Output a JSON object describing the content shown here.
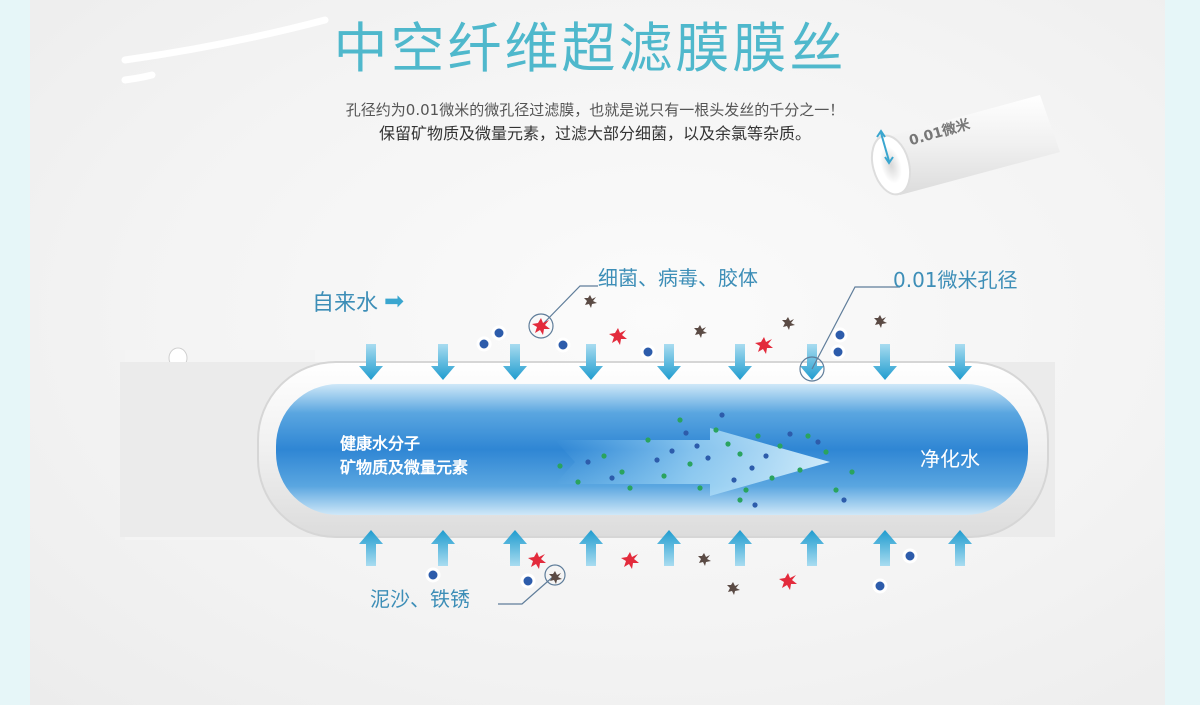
{
  "title": "中空纤维超滤膜膜丝",
  "subtitle": {
    "line1": "孔径约为0.01微米的微孔径过滤膜，也就是说只有一根头发丝的千分之一！",
    "line2": "保留矿物质及微量元素，过滤大部分细菌，以及余氯等杂质。"
  },
  "labels": {
    "inflow": "自来水",
    "bacteria": "细菌、病毒、胶体",
    "pore": "0.01微米孔径",
    "sand": "泥沙、铁锈",
    "inside_line1": "健康水分子",
    "inside_line2": "矿物质及微量元素",
    "outflow": "净化水",
    "fiber_tag": "0.01微米"
  },
  "icons": {
    "inflow_arrow": "arrow-right-icon"
  },
  "colors": {
    "title": "#4fb8cc",
    "label": "#3d8eb7",
    "arrow": "#3aa6cf",
    "tube_core": "#2f86d4",
    "particle_red": "#e32b3c",
    "particle_blue": "#2d5cab",
    "particle_green": "#2aa35f"
  }
}
